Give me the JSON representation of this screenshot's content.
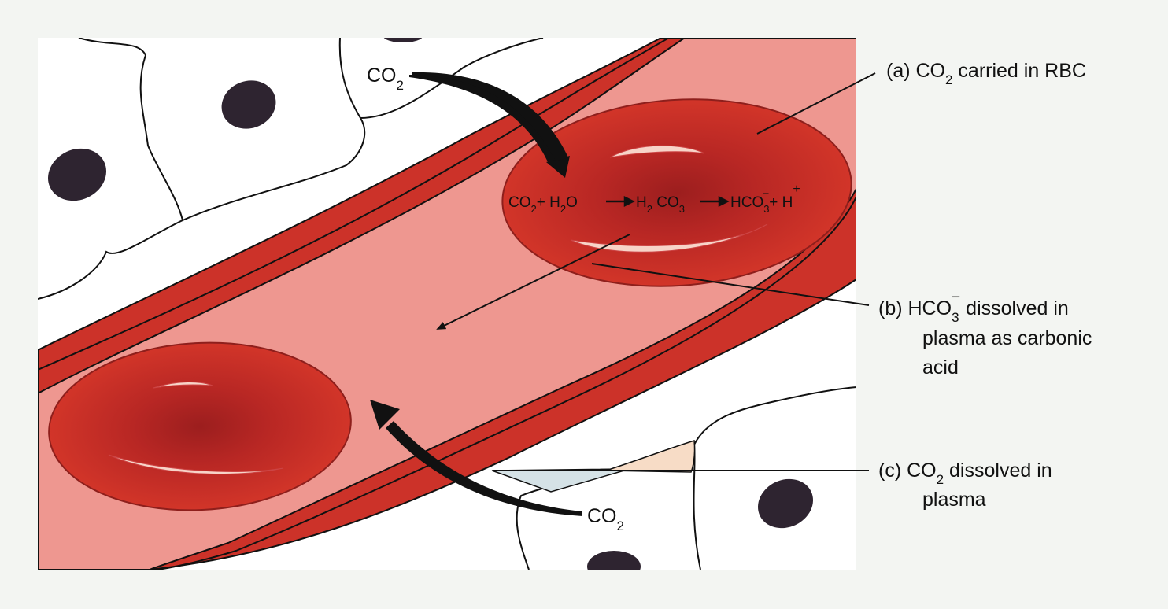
{
  "labels": {
    "co2_top": {
      "main": "CO",
      "sub": "2"
    },
    "co2_bottom": {
      "main": "CO",
      "sub": "2"
    },
    "a": {
      "pre": "(a) CO",
      "sub": "2",
      "post": " carried in RBC"
    },
    "b": {
      "pre": "(b) HCO",
      "sub": "3",
      "sup": "−",
      "post": " dissolved in",
      "line2": "plasma as carbonic",
      "line3": "acid"
    },
    "c": {
      "pre": "(c) CO",
      "sub": "2",
      "post": " dissolved in",
      "line2": "plasma"
    }
  },
  "equation": {
    "t1": "CO",
    "s1": "2",
    "t2": "+ H",
    "s2": "2",
    "t3": "O",
    "t4": "H",
    "s4": "2",
    "t5": " CO",
    "s5": "3",
    "t6": "HCO",
    "s6": "3",
    "p6": "−",
    "t7": "+ H",
    "p7": "+"
  },
  "colors": {
    "background": "#f3f5f2",
    "plasma": "#ee9790",
    "vessel_wall": "#cc3229",
    "rbc": "#cf3128",
    "rbc_center": "#9c1e1e",
    "nucleus": "#2e2430",
    "highlight_co2": "#f6dfc9"
  }
}
